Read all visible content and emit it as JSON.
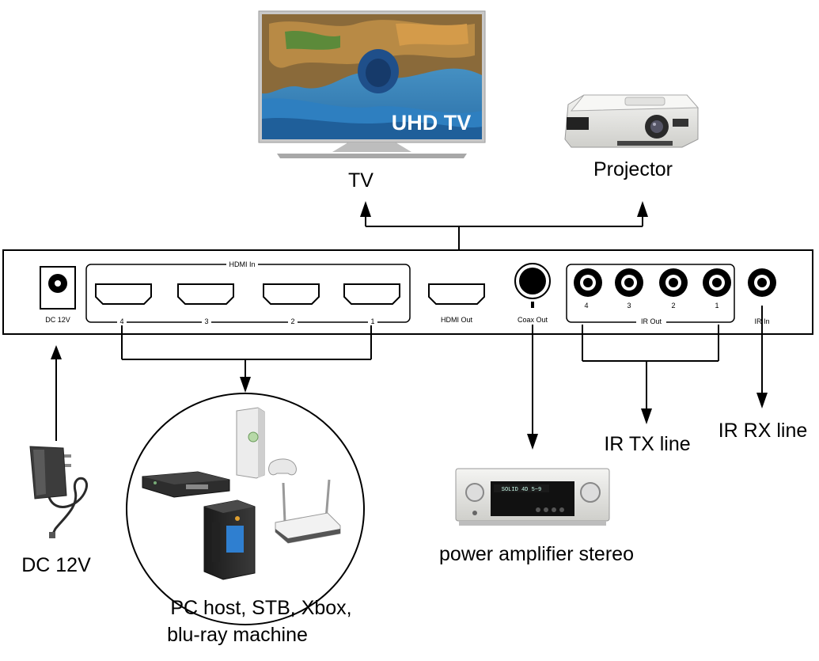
{
  "devices": {
    "tv": {
      "label": "TV",
      "screen_text": "UHD TV"
    },
    "projector": {
      "label": "Projector"
    },
    "sources": {
      "label_line1": "PC host, STB, Xbox,",
      "label_line2": "blu-ray machine"
    },
    "amplifier": {
      "label": "power amplifier stereo",
      "display_text": "SOLID  4D  5~9"
    },
    "adapter": {
      "label": "DC 12V"
    },
    "ir_tx": {
      "label": "IR TX line"
    },
    "ir_rx": {
      "label": "IR RX line"
    }
  },
  "panel": {
    "dc_label": "DC 12V",
    "hdmi_in_label": "HDMI In",
    "hdmi_in_numbers": [
      "4",
      "3",
      "2",
      "1"
    ],
    "hdmi_out_label": "HDMI Out",
    "coax_label": "Coax Out",
    "ir_out_label": "IR Out",
    "ir_out_numbers": [
      "4",
      "3",
      "2",
      "1"
    ],
    "ir_in_label": "IR In"
  }
}
